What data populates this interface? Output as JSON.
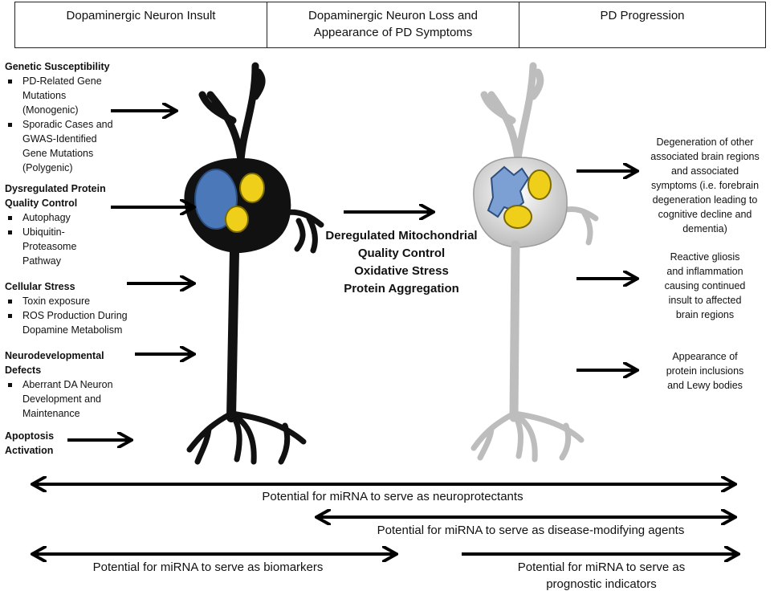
{
  "header": {
    "col1": "Dopaminergic Neuron Insult",
    "col2_line1": "Dopaminergic Neuron Loss and",
    "col2_line2": "Appearance of PD Symptoms",
    "col3": "PD Progression"
  },
  "insults": {
    "genetic": {
      "title": "Genetic Susceptibility",
      "b1": [
        "PD-Related Gene",
        "Mutations",
        "(Monogenic)"
      ],
      "b2": [
        "Sporadic Cases and",
        "GWAS-Identified",
        "Gene Mutations",
        "(Polygenic)"
      ]
    },
    "protein": {
      "title": [
        "Dysregulated Protein",
        "Quality Control"
      ],
      "b1": [
        "Autophagy"
      ],
      "b2": [
        "Ubiquitin-",
        "Proteasome",
        "Pathway"
      ]
    },
    "stress": {
      "title": "Cellular Stress",
      "b1": [
        "Toxin exposure"
      ],
      "b2": [
        "ROS Production During",
        "Dopamine Metabolism"
      ]
    },
    "neurodev": {
      "title": [
        "Neurodevelopmental",
        "Defects"
      ],
      "b1": [
        "Aberrant DA Neuron",
        "Development and",
        "Maintenance"
      ]
    },
    "apoptosis": {
      "title": [
        "Apoptosis",
        "Activation"
      ]
    }
  },
  "center": {
    "lines": [
      "Deregulated Mitochondrial",
      "Quality Control",
      "Oxidative Stress",
      "Protein Aggregation"
    ]
  },
  "progression": {
    "p1": [
      "Degeneration of other",
      "associated brain regions",
      "and associated",
      "symptoms (i.e. forebrain",
      "degeneration leading to",
      "cognitive decline and",
      "dementia)"
    ],
    "p2": [
      "Reactive gliosis",
      "and inflammation",
      "causing continued",
      "insult to affected",
      "brain regions"
    ],
    "p3": [
      "Appearance of",
      "protein inclusions",
      "and Lewy bodies"
    ]
  },
  "mirna": {
    "neuroprotectants": "Potential for miRNA to serve as neuroprotectants",
    "disease_modifying": "Potential for miRNA to serve as disease-modifying agents",
    "biomarkers": "Potential for miRNA to serve as biomarkers",
    "prognostic_line1": "Potential for miRNA to serve as",
    "prognostic_line2": "prognostic indicators"
  },
  "colors": {
    "healthy_neuron": "#111111",
    "degenerated_neuron": "#d9d9d9",
    "nucleus": "#4a78b8",
    "mitochondria": "#f0cf1a",
    "arrow": "#000000"
  }
}
